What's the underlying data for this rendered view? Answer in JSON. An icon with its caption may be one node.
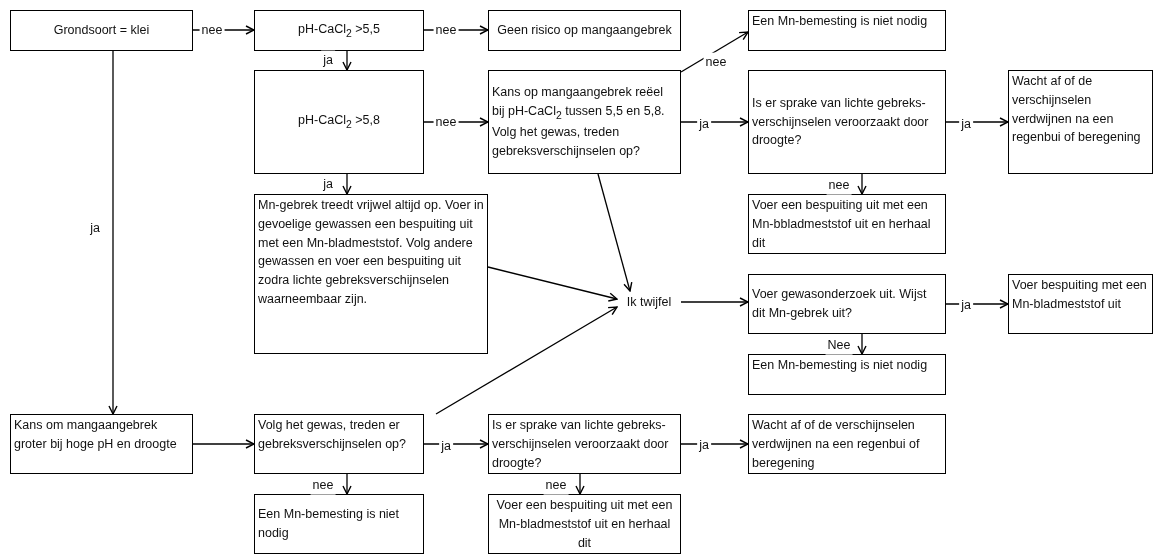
{
  "diagram": {
    "nodes": [
      {
        "text": [
          "Grondsoort = klei"
        ]
      },
      {
        "text": [
          "pH-CaCl$_{2}$ >5,5"
        ]
      },
      {
        "text": [
          "Geen risico op mangaangebrek"
        ]
      },
      {
        "text": [
          "Een Mn-bemesting is niet nodig"
        ]
      },
      {
        "text": [
          "pH-CaCl$_{2}$ >5,8"
        ]
      },
      {
        "text": [
          "Kans op mangaangebrek reëel bij pH-CaCl$_{2}$ tussen 5,5 en 5,8. Volg het gewas, treden gebreksverschijnselen op?"
        ]
      },
      {
        "text": [
          "Is er sprake van lichte gebreks-verschijnselen veroorzaakt door droogte?"
        ]
      },
      {
        "text": [
          "Wacht af of de verschijnselen verdwijnen na een regenbui of beregening"
        ]
      },
      {
        "text": [
          "Voer een bespuiting uit met een Mn-bbladmeststof uit en herhaal dit"
        ]
      },
      {
        "text": [
          "Mn-gebrek treedt vrijwel altijd op. Voer in gevoelige gewassen een bespuiting uit met een Mn-bladmeststof. Volg andere gewassen en voer een bespuiting uit zodra lichte gebreksverschijnselen waarneembaar zijn."
        ]
      },
      {
        "text": [
          "Ik twijfel"
        ]
      },
      {
        "text": [
          "Voer gewasonderzoek uit. Wijst dit Mn-gebrek uit?"
        ]
      },
      {
        "text": [
          "Voer bespuiting met een Mn-bladmeststof uit"
        ]
      },
      {
        "text": [
          "Een Mn-bemesting is niet nodig"
        ]
      },
      {
        "text": [
          "Kans om mangaangebrek groter bij hoge pH en droogte"
        ]
      },
      {
        "text": [
          "Volg het gewas, treden er gebreksverschijnselen op?"
        ]
      },
      {
        "text": [
          "Is er sprake van lichte gebreks-verschijnselen veroorzaakt door droogte?"
        ]
      },
      {
        "text": [
          "Wacht af of de verschijnselen verdwijnen na een regenbui of beregening"
        ]
      },
      {
        "text": [
          "Een Mn-bemesting is niet nodig"
        ]
      },
      {
        "text": [
          "Voer een bespuiting uit met een Mn-bladmeststof uit en herhaal dit"
        ]
      }
    ],
    "edges": [
      {
        "from": 0,
        "to": 1,
        "arrow": "to",
        "label": "nee"
      },
      {
        "from": 1,
        "to": 2,
        "arrow": "to",
        "label": "nee"
      },
      {
        "from": 1,
        "to": 4,
        "arrow": "to",
        "label": "ja"
      },
      {
        "from": 4,
        "to": 5,
        "arrow": "to",
        "label": "nee"
      },
      {
        "from": 4,
        "to": 9,
        "arrow": "to",
        "label": "ja"
      },
      {
        "from": 5,
        "to": 3,
        "arrow": "to",
        "label": "nee"
      },
      {
        "from": 5,
        "to": 6,
        "arrow": "to",
        "label": "ja"
      },
      {
        "from": 6,
        "to": 7,
        "arrow": "to",
        "label": "ja"
      },
      {
        "from": 6,
        "to": 8,
        "arrow": "to",
        "label": "nee"
      },
      {
        "from": 5,
        "to": 10,
        "arrow": "to"
      },
      {
        "from": 9,
        "to": 10,
        "arrow": "to"
      },
      {
        "from": 15,
        "to": 10,
        "arrow": "to"
      },
      {
        "from": 10,
        "to": 11,
        "arrow": "to"
      },
      {
        "from": 11,
        "to": 12,
        "arrow": "to",
        "label": "ja"
      },
      {
        "from": 11,
        "to": 13,
        "arrow": "to",
        "label": "Nee"
      },
      {
        "from": 0,
        "to": 14,
        "arrow": "to",
        "label": "ja"
      },
      {
        "from": 14,
        "to": 15,
        "arrow": "to"
      },
      {
        "from": 15,
        "to": 16,
        "arrow": "to",
        "label": "ja"
      },
      {
        "from": 16,
        "to": 17,
        "arrow": "to",
        "label": "ja"
      },
      {
        "from": 15,
        "to": 18,
        "arrow": "to",
        "label": "nee"
      },
      {
        "from": 16,
        "to": 19,
        "arrow": "to",
        "label": "nee"
      }
    ]
  }
}
